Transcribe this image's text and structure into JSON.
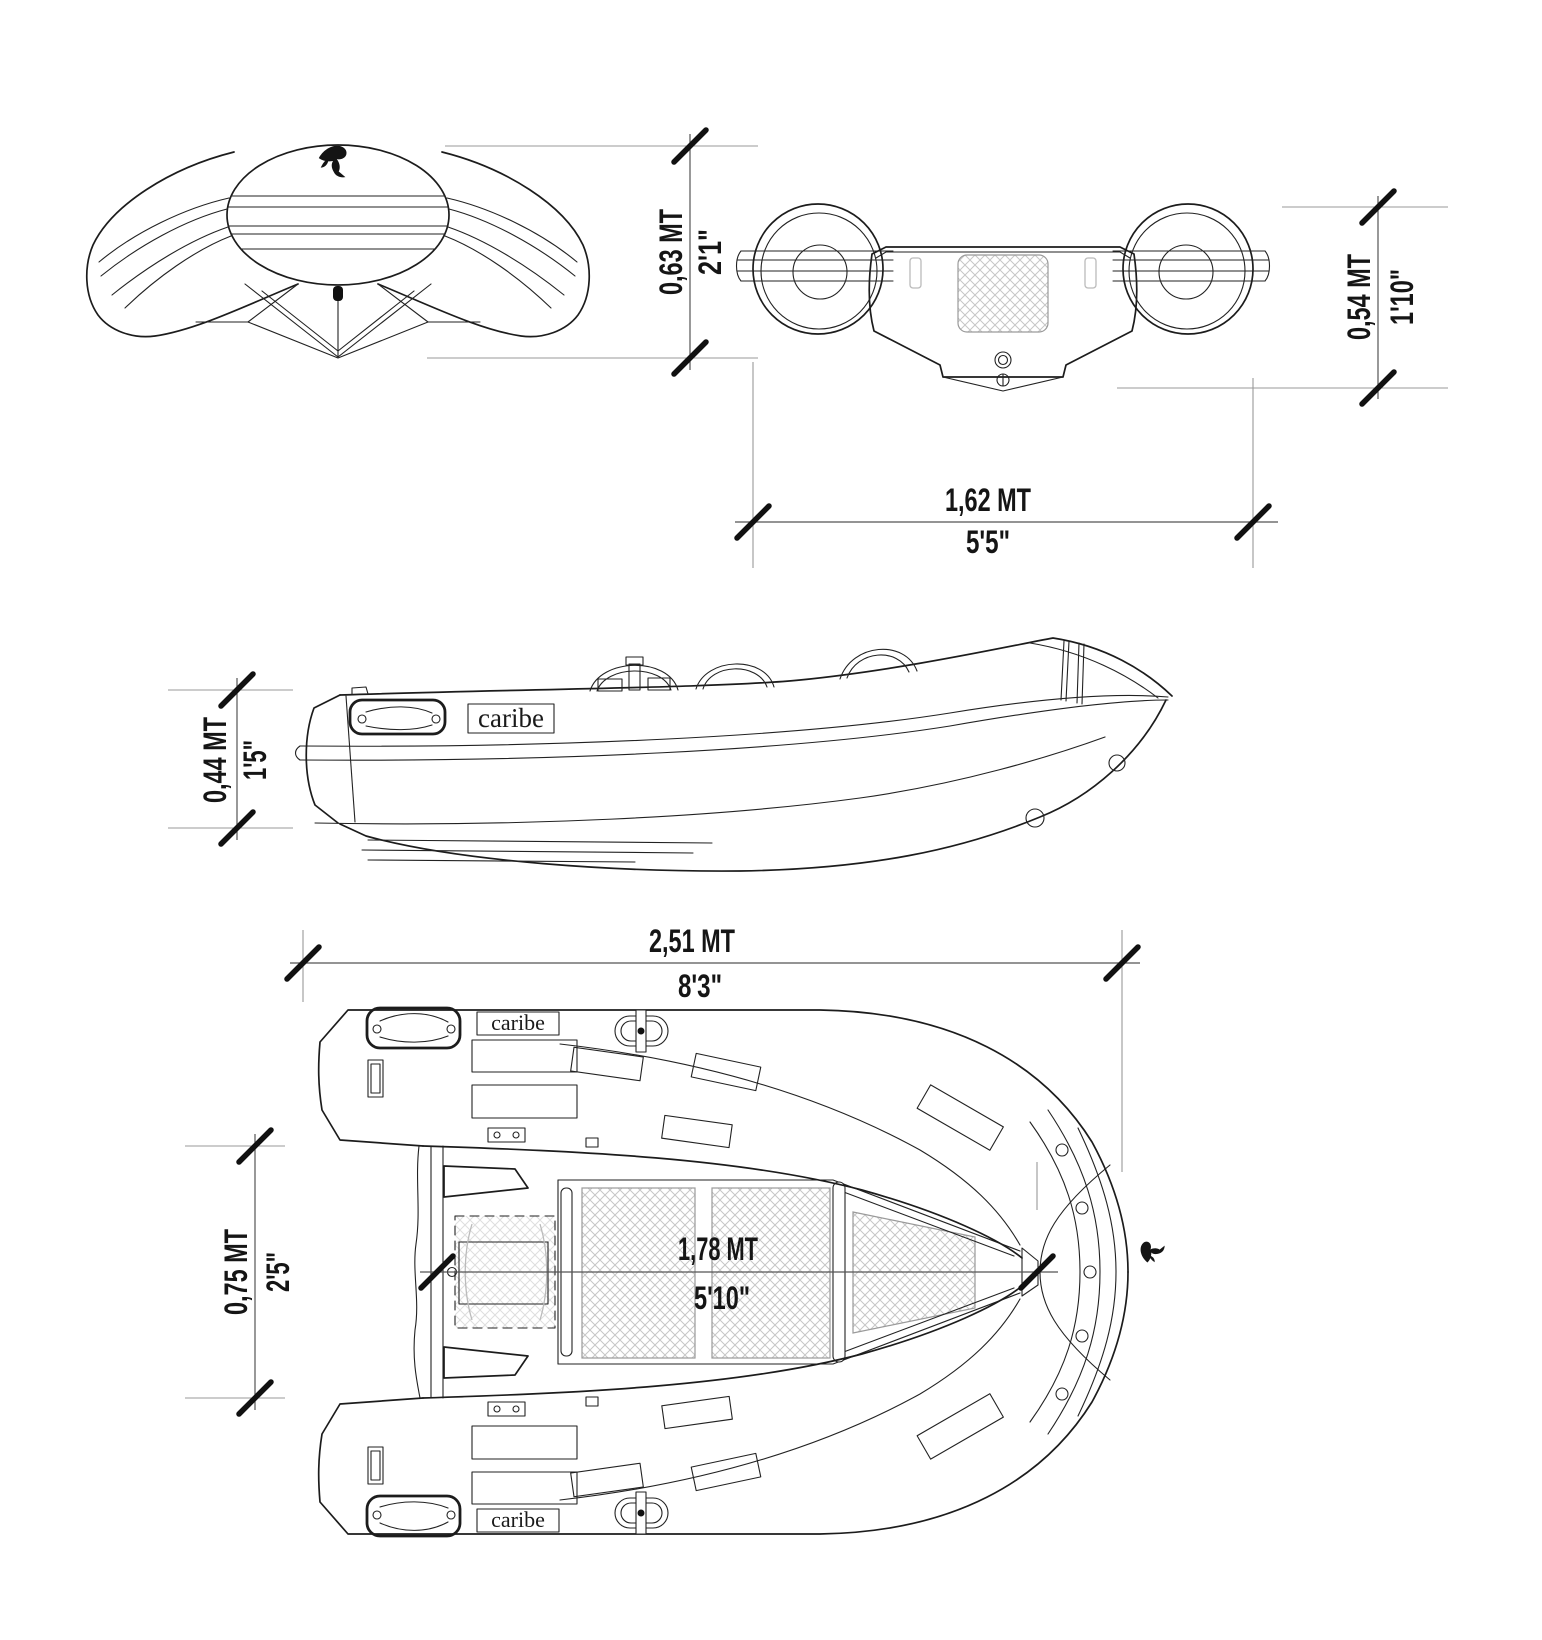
{
  "brand": {
    "logo_text": "caribe"
  },
  "dimensions": {
    "bow_height": {
      "metric": "0,63 MT",
      "imperial": "2'1\""
    },
    "stern_height": {
      "metric": "0,54 MT",
      "imperial": "1'10\""
    },
    "beam": {
      "metric": "1,62 MT",
      "imperial": "5'5\""
    },
    "tube_diameter": {
      "metric": "0,44 MT",
      "imperial": "1'5\""
    },
    "overall_length": {
      "metric": "2,51 MT",
      "imperial": "8'3\""
    },
    "transom_inner_width": {
      "metric": "0,75 MT",
      "imperial": "2'5\""
    },
    "inner_length": {
      "metric": "1,78 MT",
      "imperial": "5'10\""
    }
  }
}
